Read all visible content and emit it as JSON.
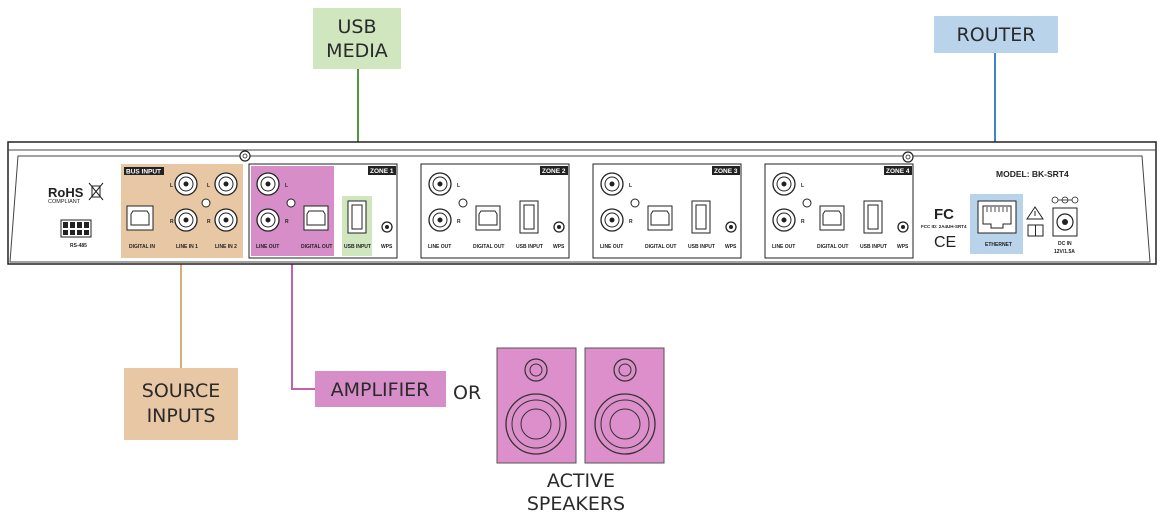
{
  "colors": {
    "usb": "#cfe6bf",
    "router": "#b8d3ea",
    "source": "#e8c8a4",
    "amplifier": "#d78ec8",
    "speakers": "#dc8fcb",
    "usb_line": "#4e9a3c",
    "router_line": "#3f84c4",
    "source_line": "#d9ad7a",
    "amp_line": "#c062ad",
    "panel": "#ffffff",
    "outline": "#222222"
  },
  "callouts": {
    "usb_line1": "USB",
    "usb_line2": "MEDIA",
    "router": "ROUTER",
    "source_line1": "SOURCE",
    "source_line2": "INPUTS",
    "amplifier": "AMPLIFIER",
    "or": "OR",
    "active_line1": "ACTIVE",
    "active_line2": "SPEAKERS"
  },
  "device": {
    "model": "MODEL: BK-SRT4",
    "rohs": "RoHS",
    "rohs_sub": "COMPLIANT",
    "rs485": "RS-485",
    "bus_input": "BUS INPUT",
    "digital_in": "DIGITAL IN",
    "line_in_1": "LINE IN 1",
    "line_in_2": "LINE IN 2",
    "ch_left": "L",
    "ch_right": "R",
    "zones": [
      {
        "tag": "ZONE 1",
        "line_out": "LINE OUT",
        "digital_out": "DIGITAL OUT",
        "usb_input": "USB INPUT",
        "wps": "WPS"
      },
      {
        "tag": "ZONE 2",
        "line_out": "LINE OUT",
        "digital_out": "DIGITAL OUT",
        "usb_input": "USB INPUT",
        "wps": "WPS"
      },
      {
        "tag": "ZONE 3",
        "line_out": "LINE OUT",
        "digital_out": "DIGITAL OUT",
        "usb_input": "USB INPUT",
        "wps": "WPS"
      },
      {
        "tag": "ZONE 4",
        "line_out": "LINE OUT",
        "digital_out": "DIGITAL OUT",
        "usb_input": "USB INPUT",
        "wps": "WPS"
      }
    ],
    "fc": "FC",
    "fcc_id": "FCC ID: 2A4UH-SRT4",
    "ce": "CE",
    "ethernet": "ETHERNET",
    "dc_in": "DC IN",
    "dc_rating": "12V/1.5A"
  }
}
